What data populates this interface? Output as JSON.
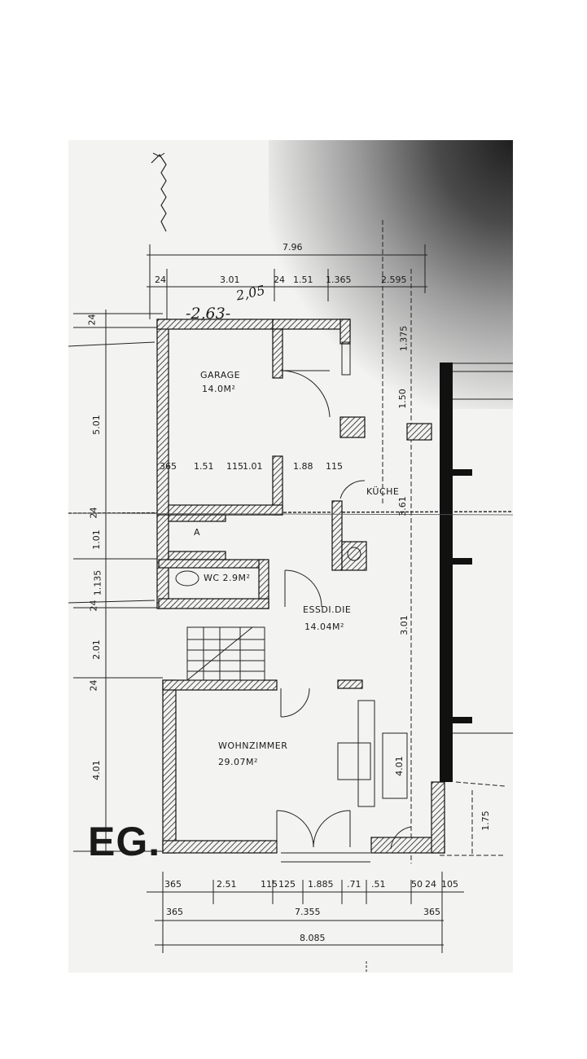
{
  "plan": {
    "floor_label": "EG.",
    "handwritten_note": "-2,63-",
    "handwritten_note_2": "2,05",
    "rooms": {
      "garage": {
        "name": "GARAGE",
        "area": "14.0M²"
      },
      "kueche": {
        "name": "KÜCHE",
        "area": ""
      },
      "abstell": {
        "name": "A",
        "area": ""
      },
      "wc": {
        "name": "WC 2.9M²",
        "area": ""
      },
      "essdiele": {
        "name": "ESSDI.DIE",
        "area": "14.04M²"
      },
      "wohnzimmer": {
        "name": "WOHNZIMMER",
        "area": "29.07M²"
      }
    },
    "dims_top": {
      "overall": "7.96",
      "a": "24",
      "b": "3.01",
      "c": "24",
      "d": "1.51",
      "e": "1.365",
      "f": "2.595"
    },
    "dims_garage_row": {
      "a": "365",
      "b": "1.51",
      "c": "115",
      "d": "1.01",
      "e": "1.88",
      "f": "115"
    },
    "dims_left": {
      "a": "24",
      "b": "5.01",
      "c": "24",
      "d": "1.01",
      "e": "1.135",
      "f": "24",
      "g": "2.01",
      "h": "24",
      "i": "4.01"
    },
    "dims_right": {
      "a": "1.375",
      "b": "1.50",
      "c": "3.61",
      "d": "3.01",
      "e": "4.01",
      "f": "1.75"
    },
    "dims_bottom_1": {
      "a": "365",
      "b": "2.51",
      "c": "115",
      "d": "125",
      "e": "1.885",
      "f": ".71",
      "g": ".51",
      "h": "50",
      "i": "24",
      "j": "105"
    },
    "dims_bottom_2": {
      "a": "365",
      "b": "7.355",
      "c": "365"
    },
    "dims_bottom_3": {
      "overall": "8.085"
    }
  }
}
